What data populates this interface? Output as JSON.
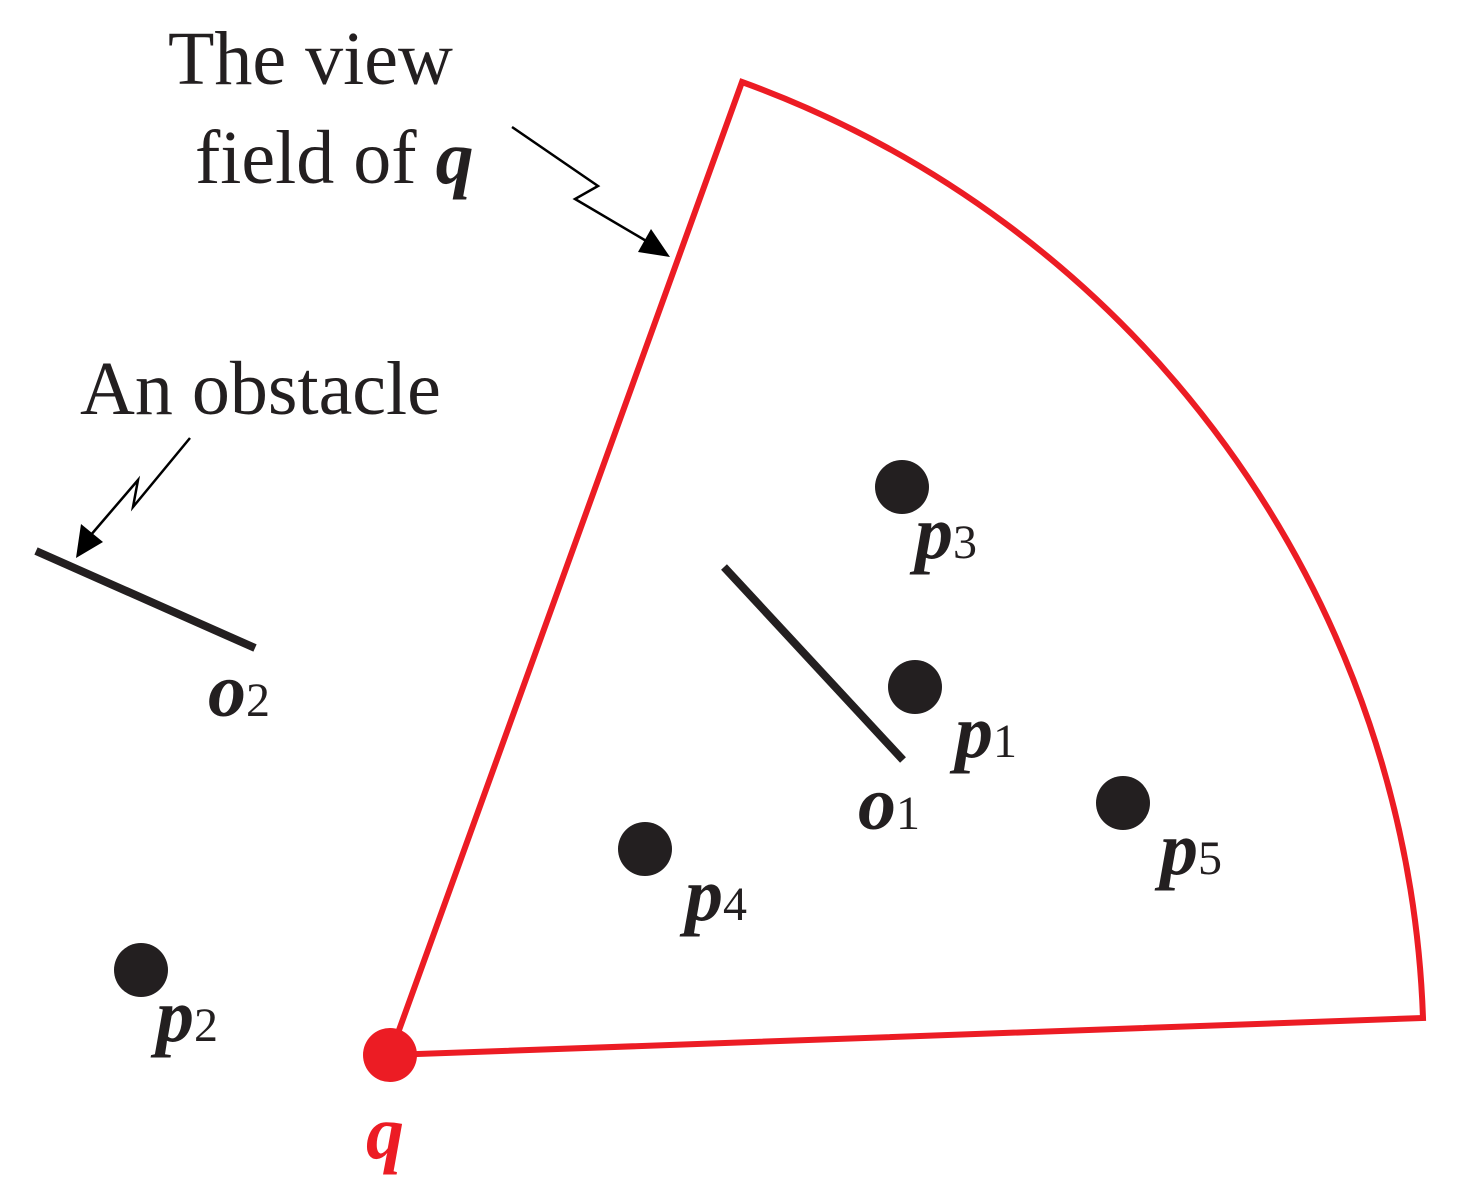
{
  "labels": {
    "view_field_line1": "The view",
    "view_field_line2": "field of ",
    "view_field_symbol": "q",
    "obstacle_caption": "An obstacle",
    "query_point": "q",
    "p1": {
      "base": "p",
      "sub": "1"
    },
    "p2": {
      "base": "p",
      "sub": "2"
    },
    "p3": {
      "base": "p",
      "sub": "3"
    },
    "p4": {
      "base": "p",
      "sub": "4"
    },
    "p5": {
      "base": "p",
      "sub": "5"
    },
    "o1": {
      "base": "o",
      "sub": "1"
    },
    "o2": {
      "base": "o",
      "sub": "2"
    }
  },
  "colors": {
    "view_field": "#ec1c24",
    "query_point": "#ec1c24",
    "data_points": "#231f20",
    "obstacles": "#231f20",
    "text": "#231f20",
    "arrows": "#000000"
  }
}
